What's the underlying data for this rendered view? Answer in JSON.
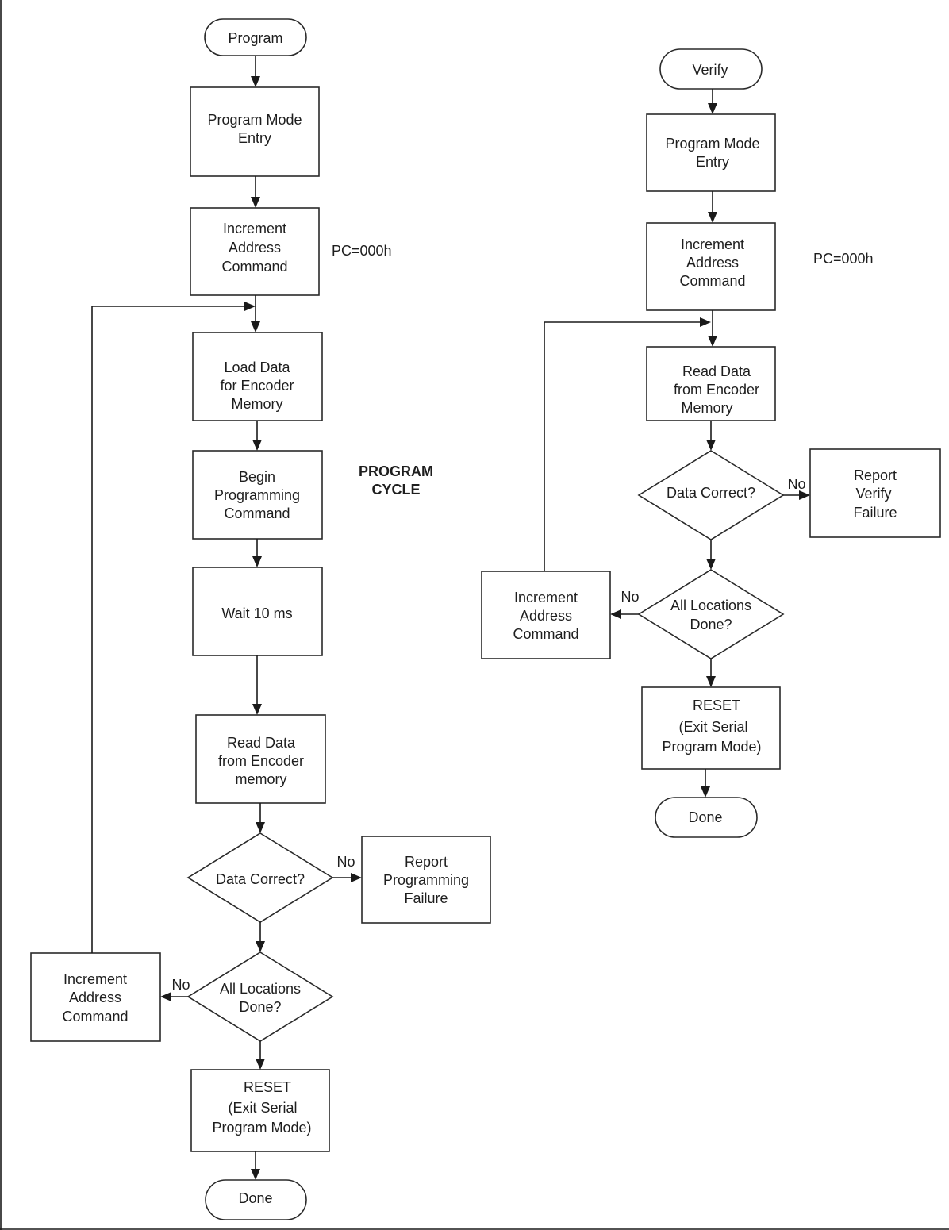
{
  "left": {
    "start": "Program",
    "entry": [
      "Program Mode",
      "Entry"
    ],
    "increment_1": [
      "Increment",
      "Address",
      "Command"
    ],
    "pc_note": "PC=000h",
    "load": [
      "Load Data",
      "for Encoder",
      "Memory"
    ],
    "begin": [
      "Begin",
      "Programming",
      "Command"
    ],
    "cycle_note": [
      "PROGRAM",
      "CYCLE"
    ],
    "wait": "Wait 10 ms",
    "read": [
      "Read Data",
      "from Encoder",
      "memory"
    ],
    "data_correct": "Data Correct?",
    "no_1": "No",
    "report": [
      "Report",
      "Programming",
      "Failure"
    ],
    "all_done": [
      "All Locations",
      "Done?"
    ],
    "no_2": "No",
    "increment_2": [
      "Increment",
      "Address",
      "Command"
    ],
    "reset": [
      "RESET",
      "(Exit Serial",
      "Program Mode)"
    ],
    "done": "Done"
  },
  "right": {
    "start": "Verify",
    "entry": [
      "Program Mode",
      "Entry"
    ],
    "increment_1": [
      "Increment",
      "Address",
      "Command"
    ],
    "pc_note": "PC=000h",
    "read": [
      "Read Data",
      "from Encoder",
      "Memory"
    ],
    "data_correct": "Data Correct?",
    "no_1": "No",
    "report": [
      "Report",
      "Verify",
      "Failure"
    ],
    "all_done": [
      "All Locations",
      "Done?"
    ],
    "no_2": "No",
    "increment_2": [
      "Increment",
      "Address",
      "Command"
    ],
    "reset": [
      "RESET",
      "(Exit Serial",
      "Program Mode)"
    ],
    "done": "Done"
  }
}
